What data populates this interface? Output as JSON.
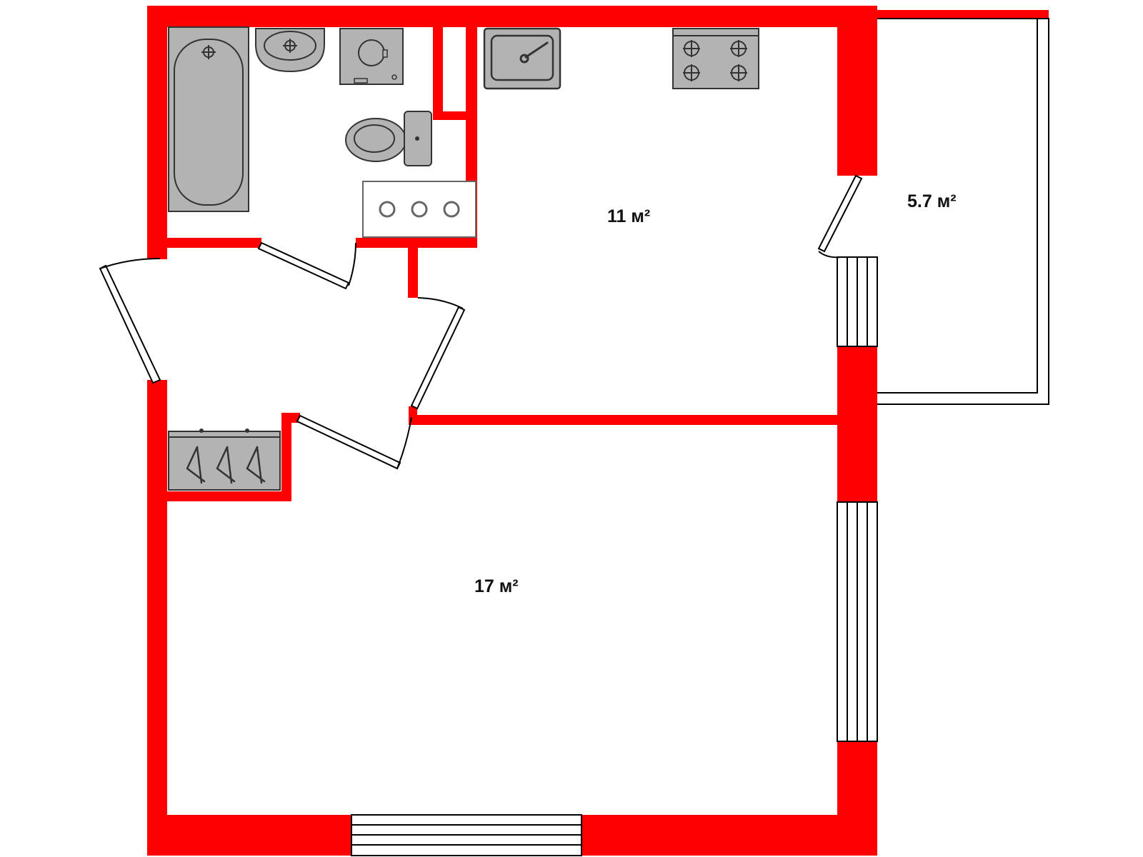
{
  "rooms": {
    "kitchen": {
      "area_label": "11 м²"
    },
    "balcony": {
      "area_label": "5.7 м²"
    },
    "living_room": {
      "area_label": "17 м²"
    }
  },
  "colors": {
    "wall": "#ff0000",
    "fixture_fill": "#b3b3b3",
    "fixture_stroke": "#333333",
    "background": "#ffffff"
  }
}
